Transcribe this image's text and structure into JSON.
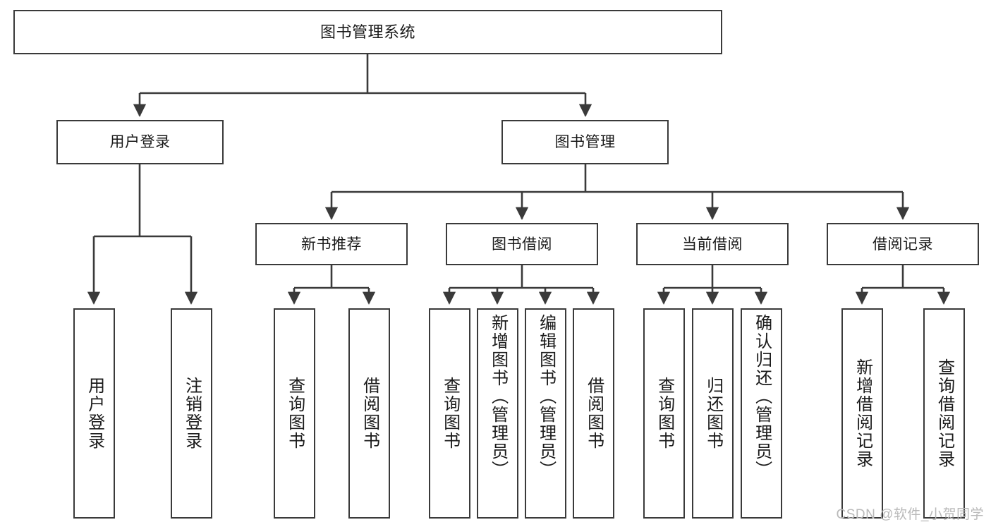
{
  "diagram": {
    "type": "tree-hierarchy",
    "title": "图书管理系统",
    "watermark": "CSDN @软件_小贺同学",
    "colors": {
      "stroke": "#3a3a3a",
      "fill": "#ffffff",
      "text": "#1a1a1a",
      "watermark": "#b9b9b9"
    },
    "levels": {
      "root": {
        "label": "图书管理系统"
      },
      "level2": [
        {
          "id": "user-login",
          "label": "用户登录"
        },
        {
          "id": "book-manage",
          "label": "图书管理"
        }
      ],
      "level3": [
        {
          "id": "new-book-rec",
          "label": "新书推荐",
          "parent": "book-manage"
        },
        {
          "id": "book-borrow",
          "label": "图书借阅",
          "parent": "book-manage"
        },
        {
          "id": "current-borrow",
          "label": "当前借阅",
          "parent": "book-manage"
        },
        {
          "id": "borrow-record",
          "label": "借阅记录",
          "parent": "book-manage"
        }
      ],
      "leaves": [
        {
          "id": "leaf-user-login",
          "label": "用户登录",
          "parent": "user-login"
        },
        {
          "id": "leaf-user-logout",
          "label": "注销登录",
          "parent": "user-login"
        },
        {
          "id": "leaf-query-book-1",
          "label": "查询图书",
          "parent": "new-book-rec"
        },
        {
          "id": "leaf-borrow-book-1",
          "label": "借阅图书",
          "parent": "new-book-rec"
        },
        {
          "id": "leaf-query-book-2",
          "label": "查询图书",
          "parent": "book-borrow"
        },
        {
          "id": "leaf-add-book",
          "label": "新增图书（管理员）",
          "parent": "book-borrow"
        },
        {
          "id": "leaf-edit-book",
          "label": "编辑图书（管理员）",
          "parent": "book-borrow"
        },
        {
          "id": "leaf-borrow-book-2",
          "label": "借阅图书",
          "parent": "book-borrow"
        },
        {
          "id": "leaf-query-book-3",
          "label": "查询图书",
          "parent": "current-borrow"
        },
        {
          "id": "leaf-return-book",
          "label": "归还图书",
          "parent": "current-borrow"
        },
        {
          "id": "leaf-confirm-return",
          "label": "确认归还（管理员）",
          "parent": "current-borrow"
        },
        {
          "id": "leaf-add-record",
          "label": "新增借阅记录",
          "parent": "borrow-record"
        },
        {
          "id": "leaf-query-record",
          "label": "查询借阅记录",
          "parent": "borrow-record"
        }
      ]
    }
  }
}
